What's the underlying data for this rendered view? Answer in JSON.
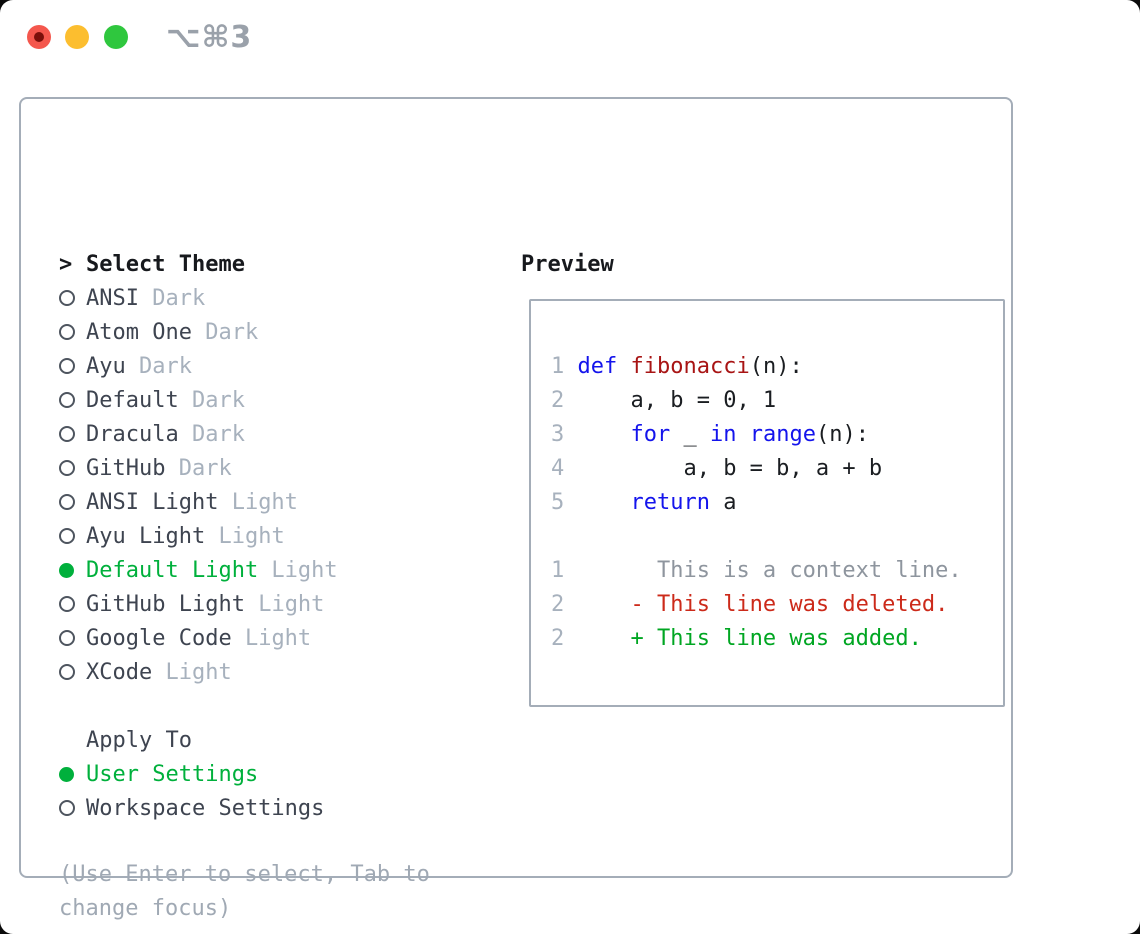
{
  "window": {
    "shortcut": "⌥⌘3",
    "traffic_lights": [
      "close",
      "minimize",
      "zoom"
    ]
  },
  "theme_panel": {
    "title_marker": ">",
    "title": "Select Theme",
    "themes": [
      {
        "name": "ANSI",
        "tag": "Dark",
        "selected": false
      },
      {
        "name": "Atom One",
        "tag": "Dark",
        "selected": false
      },
      {
        "name": "Ayu",
        "tag": "Dark",
        "selected": false
      },
      {
        "name": "Default",
        "tag": "Dark",
        "selected": false
      },
      {
        "name": "Dracula",
        "tag": "Dark",
        "selected": false
      },
      {
        "name": "GitHub",
        "tag": "Dark",
        "selected": false
      },
      {
        "name": "ANSI Light",
        "tag": "Light",
        "selected": false
      },
      {
        "name": "Ayu Light",
        "tag": "Light",
        "selected": false
      },
      {
        "name": "Default Light",
        "tag": "Light",
        "selected": true
      },
      {
        "name": "GitHub Light",
        "tag": "Light",
        "selected": false
      },
      {
        "name": "Google Code",
        "tag": "Light",
        "selected": false
      },
      {
        "name": "XCode",
        "tag": "Light",
        "selected": false
      }
    ],
    "apply_to": {
      "title": "Apply To",
      "options": [
        {
          "name": "User Settings",
          "selected": true
        },
        {
          "name": "Workspace Settings",
          "selected": false
        }
      ]
    },
    "hint": "(Use Enter to select, Tab to change focus)"
  },
  "preview": {
    "title": "Preview",
    "lines": [
      {
        "segments": [
          {
            "text": "1 ",
            "color": "lineno"
          },
          {
            "text": "def",
            "color": "keyword"
          },
          {
            "text": " ",
            "color": "plain"
          },
          {
            "text": "fibonacci",
            "color": "function_name"
          },
          {
            "text": "(n):",
            "color": "plain"
          }
        ]
      },
      {
        "segments": [
          {
            "text": "2 ",
            "color": "lineno"
          },
          {
            "text": "    a, b = 0, 1",
            "color": "plain"
          }
        ]
      },
      {
        "segments": [
          {
            "text": "3 ",
            "color": "lineno"
          },
          {
            "text": "    ",
            "color": "plain"
          },
          {
            "text": "for",
            "color": "keyword"
          },
          {
            "text": " _ ",
            "color": "plain"
          },
          {
            "text": "in",
            "color": "keyword"
          },
          {
            "text": " ",
            "color": "plain"
          },
          {
            "text": "range",
            "color": "keyword"
          },
          {
            "text": "(n):",
            "color": "plain"
          }
        ]
      },
      {
        "segments": [
          {
            "text": "4 ",
            "color": "lineno"
          },
          {
            "text": "        a, b = b, a + b",
            "color": "plain"
          }
        ]
      },
      {
        "segments": [
          {
            "text": "5 ",
            "color": "lineno"
          },
          {
            "text": "    ",
            "color": "plain"
          },
          {
            "text": "return",
            "color": "keyword"
          },
          {
            "text": " a",
            "color": "plain"
          }
        ]
      },
      {
        "segments": []
      },
      {
        "segments": [
          {
            "text": "1 ",
            "color": "lineno"
          },
          {
            "text": "      This is a context line.",
            "color": "context"
          }
        ]
      },
      {
        "segments": [
          {
            "text": "2 ",
            "color": "lineno"
          },
          {
            "text": "    - This line was deleted.",
            "color": "deleted"
          }
        ]
      },
      {
        "segments": [
          {
            "text": "2 ",
            "color": "lineno"
          },
          {
            "text": "    + This line was added.",
            "color": "added"
          }
        ]
      }
    ]
  },
  "colors": {
    "keyword": "#1414ec",
    "function_name": "#a81414",
    "plain": "#1a1d21",
    "context": "#8e959e",
    "deleted": "#cc2a1a",
    "added": "#00a622",
    "lineno": "#a7b1bd",
    "selection_green": "#00b03c",
    "theme_name": "#3e4450",
    "tag_gray": "#a7b1bd",
    "hint_gray": "#a0a9b4",
    "border_gray": "#a4adb8",
    "title_black": "#17191d",
    "radio_outline": "#4e555f",
    "traffic_red": "#f4574d",
    "traffic_red_dot": "#7a0f0a",
    "traffic_yellow": "#fcbe2f",
    "traffic_green": "#2fc73e",
    "shortcut_gray": "#9aa1aa"
  }
}
